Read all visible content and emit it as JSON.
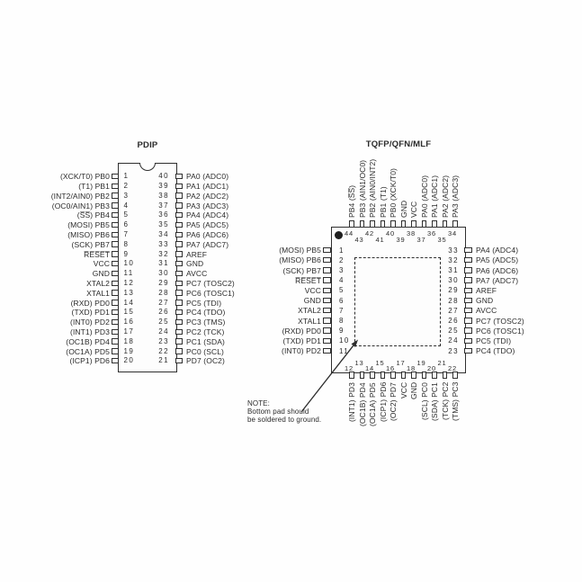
{
  "colors": {
    "ink": "#2b2b2b",
    "background": "#ffffff"
  },
  "pdip": {
    "title": "PDIP",
    "left_pins": [
      {
        "num": "1",
        "label": "(XCK/T0) PB0"
      },
      {
        "num": "2",
        "label": "(T1) PB1"
      },
      {
        "num": "3",
        "label": "(INT2/AIN0) PB2"
      },
      {
        "num": "4",
        "label": "(OC0/AIN1) PB3"
      },
      {
        "num": "5",
        "label": "(S̅S̅) PB4"
      },
      {
        "num": "6",
        "label": "(MOSI) PB5"
      },
      {
        "num": "7",
        "label": "(MISO) PB6"
      },
      {
        "num": "8",
        "label": "(SCK) PB7"
      },
      {
        "num": "9",
        "label": "R̅E̅S̅E̅T̅"
      },
      {
        "num": "10",
        "label": "VCC"
      },
      {
        "num": "11",
        "label": "GND"
      },
      {
        "num": "12",
        "label": "XTAL2"
      },
      {
        "num": "13",
        "label": "XTAL1"
      },
      {
        "num": "14",
        "label": "(RXD) PD0"
      },
      {
        "num": "15",
        "label": "(TXD) PD1"
      },
      {
        "num": "16",
        "label": "(INT0) PD2"
      },
      {
        "num": "17",
        "label": "(INT1) PD3"
      },
      {
        "num": "18",
        "label": "(OC1B) PD4"
      },
      {
        "num": "19",
        "label": "(OC1A) PD5"
      },
      {
        "num": "20",
        "label": "(ICP1) PD6"
      }
    ],
    "right_pins": [
      {
        "num": "40",
        "label": "PA0 (ADC0)"
      },
      {
        "num": "39",
        "label": "PA1 (ADC1)"
      },
      {
        "num": "38",
        "label": "PA2 (ADC2)"
      },
      {
        "num": "37",
        "label": "PA3 (ADC3)"
      },
      {
        "num": "36",
        "label": "PA4 (ADC4)"
      },
      {
        "num": "35",
        "label": "PA5 (ADC5)"
      },
      {
        "num": "34",
        "label": "PA6 (ADC6)"
      },
      {
        "num": "33",
        "label": "PA7 (ADC7)"
      },
      {
        "num": "32",
        "label": "AREF"
      },
      {
        "num": "31",
        "label": "GND"
      },
      {
        "num": "30",
        "label": "AVCC"
      },
      {
        "num": "29",
        "label": "PC7 (TOSC2)"
      },
      {
        "num": "28",
        "label": "PC6 (TOSC1)"
      },
      {
        "num": "27",
        "label": "PC5 (TDI)"
      },
      {
        "num": "26",
        "label": "PC4 (TDO)"
      },
      {
        "num": "25",
        "label": "PC3 (TMS)"
      },
      {
        "num": "24",
        "label": "PC2 (TCK)"
      },
      {
        "num": "23",
        "label": "PC1 (SDA)"
      },
      {
        "num": "22",
        "label": "PC0 (SCL)"
      },
      {
        "num": "21",
        "label": "PD7 (OC2)"
      }
    ]
  },
  "tqfp": {
    "title": "TQFP/QFN/MLF",
    "top_pins": [
      {
        "num": "44",
        "label": "PB4 (S̅S̅)"
      },
      {
        "num": "43",
        "label": "PB3 (AIN1/OC0)"
      },
      {
        "num": "42",
        "label": "PB2 (AIN0/INT2)"
      },
      {
        "num": "41",
        "label": "PB1 (T1)"
      },
      {
        "num": "40",
        "label": "PB0 (XCK/T0)"
      },
      {
        "num": "39",
        "label": "GND"
      },
      {
        "num": "38",
        "label": "VCC"
      },
      {
        "num": "37",
        "label": "PA0 (ADC0)"
      },
      {
        "num": "36",
        "label": "PA1 (ADC1)"
      },
      {
        "num": "35",
        "label": "PA2 (ADC2)"
      },
      {
        "num": "34",
        "label": "PA3 (ADC3)"
      }
    ],
    "left_pins": [
      {
        "num": "1",
        "label": "(MOSI) PB5"
      },
      {
        "num": "2",
        "label": "(MISO) PB6"
      },
      {
        "num": "3",
        "label": "(SCK) PB7"
      },
      {
        "num": "4",
        "label": "R̅E̅S̅E̅T̅"
      },
      {
        "num": "5",
        "label": "VCC"
      },
      {
        "num": "6",
        "label": "GND"
      },
      {
        "num": "7",
        "label": "XTAL2"
      },
      {
        "num": "8",
        "label": "XTAL1"
      },
      {
        "num": "9",
        "label": "(RXD) PD0"
      },
      {
        "num": "10",
        "label": "(TXD) PD1"
      },
      {
        "num": "11",
        "label": "(INT0) PD2"
      }
    ],
    "right_pins": [
      {
        "num": "33",
        "label": "PA4 (ADC4)"
      },
      {
        "num": "32",
        "label": "PA5 (ADC5)"
      },
      {
        "num": "31",
        "label": "PA6 (ADC6)"
      },
      {
        "num": "30",
        "label": "PA7 (ADC7)"
      },
      {
        "num": "29",
        "label": "AREF"
      },
      {
        "num": "28",
        "label": "GND"
      },
      {
        "num": "27",
        "label": "AVCC"
      },
      {
        "num": "26",
        "label": "PC7 (TOSC2)"
      },
      {
        "num": "25",
        "label": "PC6 (TOSC1)"
      },
      {
        "num": "24",
        "label": "PC5 (TDI)"
      },
      {
        "num": "23",
        "label": "PC4 (TDO)"
      }
    ],
    "bottom_pins": [
      {
        "num": "12",
        "label": "(INT1) PD3"
      },
      {
        "num": "13",
        "label": "(OC1B) PD4"
      },
      {
        "num": "14",
        "label": "(OC1A) PD5"
      },
      {
        "num": "15",
        "label": "(ICP1) PD6"
      },
      {
        "num": "16",
        "label": "(OC2) PD7"
      },
      {
        "num": "17",
        "label": "VCC"
      },
      {
        "num": "18",
        "label": "GND"
      },
      {
        "num": "19",
        "label": "(SCL) PC0"
      },
      {
        "num": "20",
        "label": "(SDA) PC1"
      },
      {
        "num": "21",
        "label": "(TCK) PC2"
      },
      {
        "num": "22",
        "label": "(TMS) PC3"
      }
    ]
  },
  "note": {
    "line1": "NOTE:",
    "line2": "Bottom pad should",
    "line3": "be soldered to ground."
  }
}
